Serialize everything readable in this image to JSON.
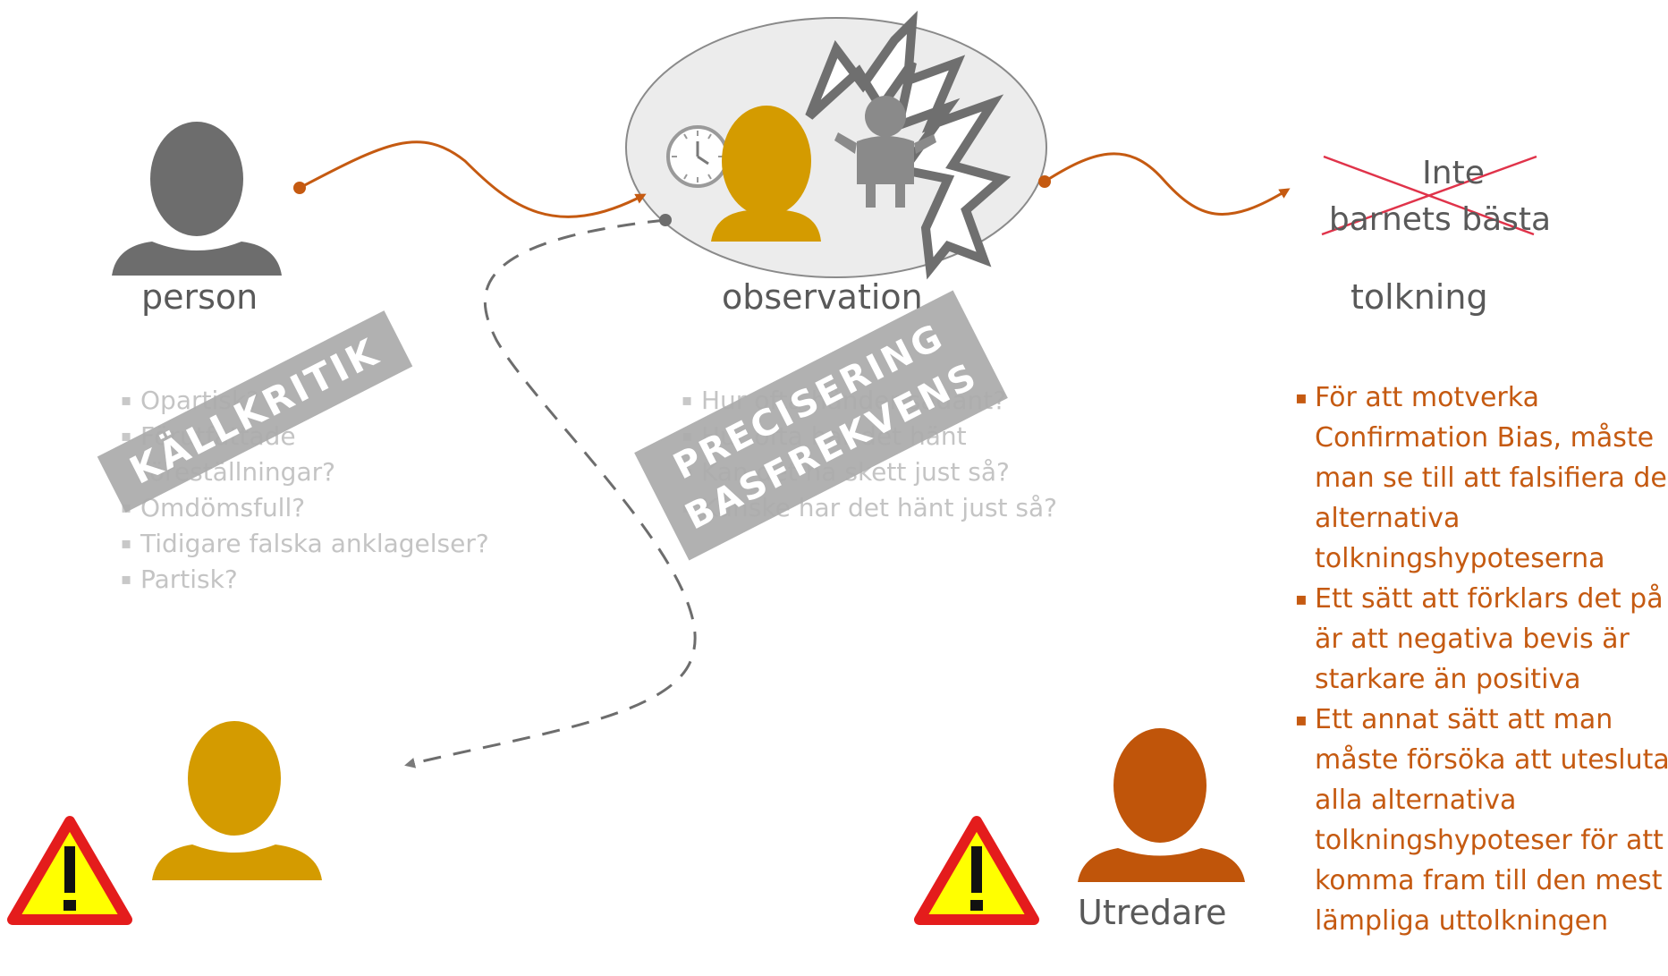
{
  "labels": {
    "person": "person",
    "observation": "observation",
    "tolkning": "tolkning",
    "utredare": "Utredare"
  },
  "crossed_text": {
    "line1": "Inte",
    "line2": "barnets bästa"
  },
  "stamps": {
    "kallkritik": "KÄLLKRITIK",
    "precisering": "PRECISERING",
    "basfrekvens": "BASFREKVENS"
  },
  "person_list": [
    "Opartisk?",
    "Förutfattade föreställningar?",
    "Omdömsfull?",
    "Tidigare falska anklagelser?",
    "Partisk?"
  ],
  "observation_list": [
    "Hur ofta händer sådant?",
    "Hur ofta har det hänt",
    "Kan det ha skett just så?",
    "Kanske har det hänt just så?"
  ],
  "tolkning_list": [
    "För att motverka Confirmation Bias, måste man se till att falsifiera de alternativa tolkningshypoteserna",
    "Ett sätt att förklars det på är att negativa bevis är starkare än positiva",
    "Ett annat sätt att man måste försöka att utesluta alla alternativa tolkningshypoteser för att komma fram till den mest lämpliga uttolkningen"
  ],
  "colors": {
    "orange_text": "#c55a11",
    "arrow": "#c55a11",
    "person_gray": "#6d6d6d",
    "observer_gold": "#d4a000",
    "utredare_orange": "#c0550a",
    "cross_red": "#e0334a",
    "warning_red": "#e41c1c",
    "warning_yellow": "#ffff00"
  },
  "icons": [
    "person-gray-icon",
    "observer-gold-icon",
    "child-icon",
    "clock-icon",
    "lightning-icon",
    "warning-icon",
    "utredare-icon"
  ]
}
